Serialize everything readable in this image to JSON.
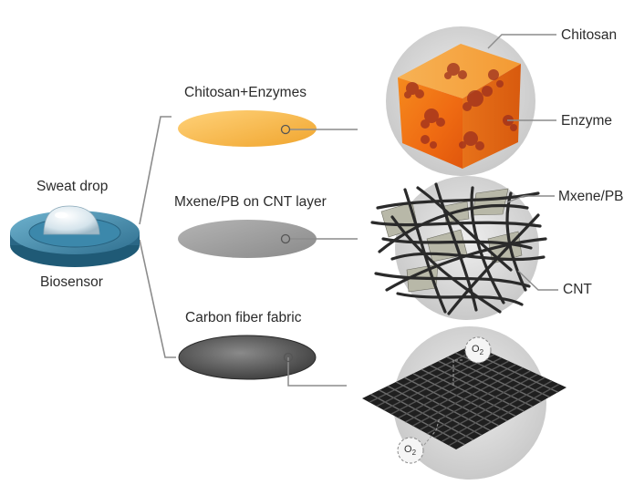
{
  "labels": {
    "sweat_drop": "Sweat drop",
    "biosensor": "Biosensor",
    "layer1": "Chitosan+Enzymes",
    "layer2": "Mxene/PB on CNT layer",
    "layer3": "Carbon fiber fabric",
    "chitosan": "Chitosan",
    "enzyme": "Enzyme",
    "mxene_pb": "Mxene/PB",
    "cnt": "CNT",
    "o2_top": "O",
    "o2_bottom": "O",
    "o2_subscript": "2"
  },
  "colors": {
    "enzyme_layer": "#F4B542",
    "cnt_layer": "#9A9A9A",
    "fabric_layer": "#5A5A5A",
    "chitosan_cube": "#F07A1E",
    "biosensor_disc": "#3C7FA0",
    "callout_line": "#8C8C8C"
  }
}
